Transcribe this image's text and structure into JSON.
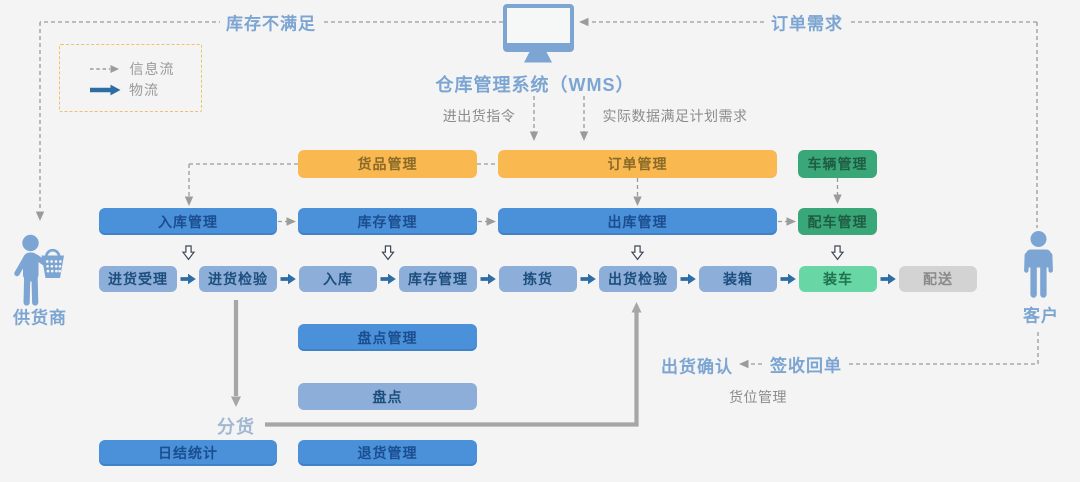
{
  "diagram_title": "仓库管理系统（WMS）",
  "legend": {
    "info_flow": "信息流",
    "material_flow": "物流"
  },
  "actors": {
    "supplier": "供货商",
    "customer": "客户"
  },
  "flow_labels": {
    "inventory_shortage": "库存不满足",
    "order_demand": "订单需求",
    "in_out_instruction": "进出货指令",
    "actual_data_meets_plan": "实际数据满足计划需求",
    "sorting": "分货",
    "shipment_confirm": "出货确认",
    "signed_receipt": "签收回单",
    "slot_management": "货位管理"
  },
  "nodes": {
    "goods_mgmt": "货品管理",
    "order_mgmt": "订单管理",
    "vehicle_mgmt": "车辆管理",
    "inbound_mgmt": "入库管理",
    "inventory_mgmt": "库存管理",
    "outbound_mgmt": "出库管理",
    "dispatch_mgmt": "配车管理",
    "receive_accept": "进货受理",
    "receive_inspect": "进货检验",
    "putaway": "入库",
    "inventory_ops": "库存管理",
    "picking": "拣货",
    "outbound_inspect": "出货检验",
    "packing": "装箱",
    "loading": "装车",
    "delivery": "配送",
    "stocktake_mgmt": "盘点管理",
    "stocktake": "盘点",
    "daily_stats": "日结统计",
    "return_mgmt": "退货管理"
  },
  "colors": {
    "background": "#f4f4f4",
    "orange_box": "#f9b850",
    "blue_box": "#4a91da",
    "light_blue_box": "#8daed8",
    "green_box": "#3aa778",
    "light_green_box": "#68d7a5",
    "gray_box": "#d3d3d3",
    "label_blue": "#7ca5d2",
    "label_gray": "#8b8b8b",
    "info_line_gray": "#9b9b9b",
    "material_line_gray": "#a6a6a6",
    "material_arrow_blue": "#2e6da4",
    "legend_border_orange": "#f0c169",
    "icon_blue": "#7ca5d3"
  }
}
